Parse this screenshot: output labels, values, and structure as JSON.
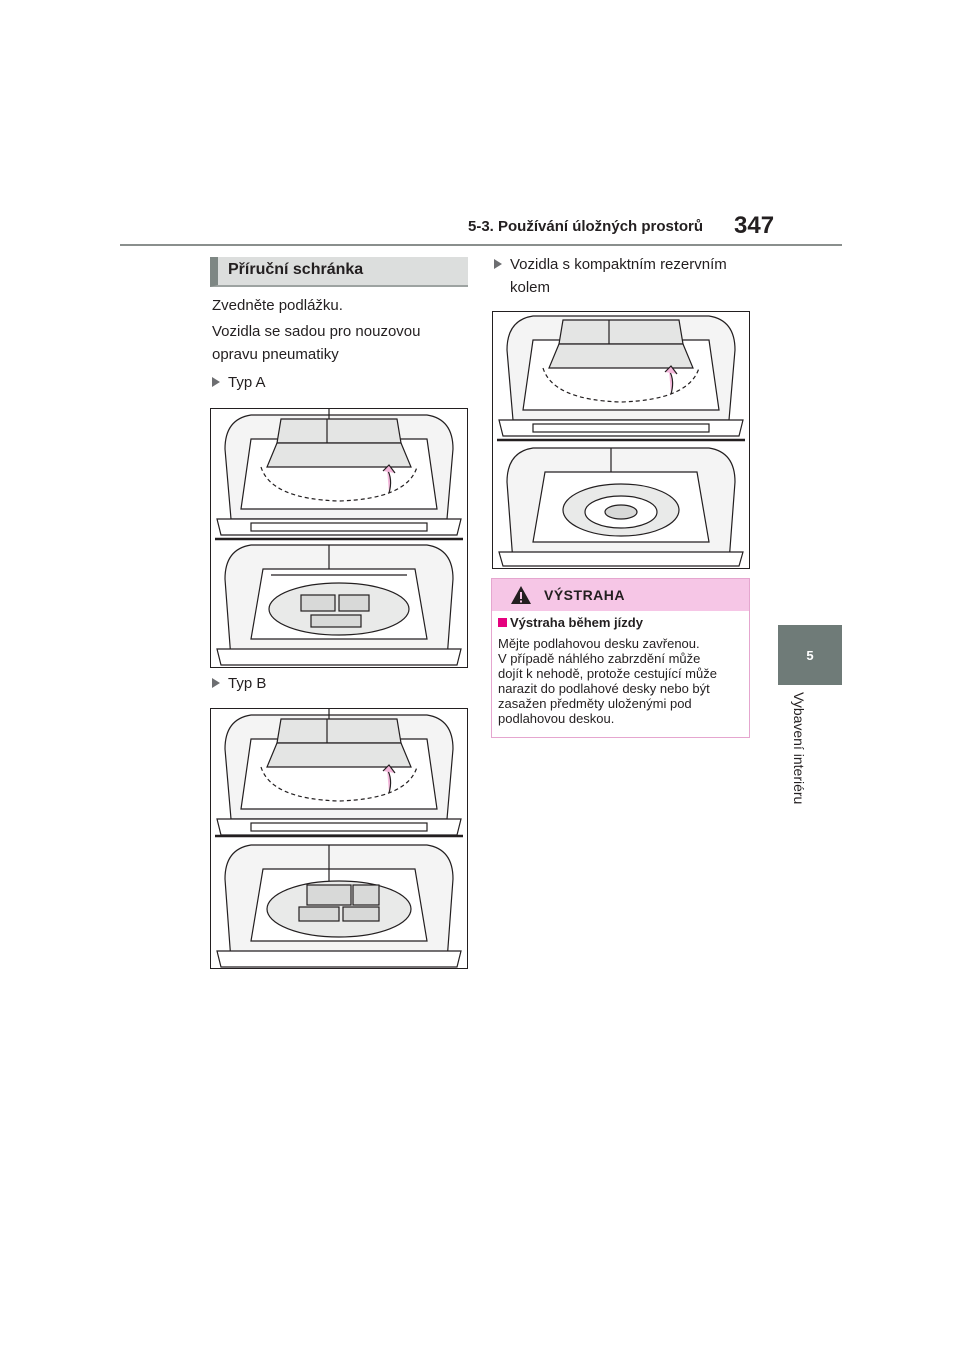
{
  "header": {
    "section_title": "5-3. Používání úložných prostorů",
    "page_number": "347"
  },
  "side_tab": {
    "number": "5",
    "label": "Vybavení interiéru"
  },
  "left_column": {
    "section_heading": "Příruční schránka",
    "paragraph_1": "Zvedněte podlážku.",
    "paragraph_2_line_1": "Vozidla se sadou pro nouzovou",
    "paragraph_2_line_2": "opravu pneumatiky",
    "bullet_type_a": "Typ A",
    "bullet_type_b": "Typ B"
  },
  "right_column": {
    "bullet_line_1": "Vozidla s kompaktním rezervním",
    "bullet_line_2": "kolem"
  },
  "warning": {
    "title": "VÝSTRAHA",
    "subheading": "Výstraha během jízdy",
    "lines": [
      "Mějte podlahovou desku zavřenou.",
      "V případě náhlého zabrzdění může",
      "dojít k nehodě, protože cestující může",
      "narazit do podlahové desky nebo být",
      "zasažen předměty uloženými pod",
      "podlahovou deskou."
    ],
    "colors": {
      "header_bg": "#f6c6e6",
      "border": "#e5a6cf",
      "square": "#e5007e"
    }
  }
}
